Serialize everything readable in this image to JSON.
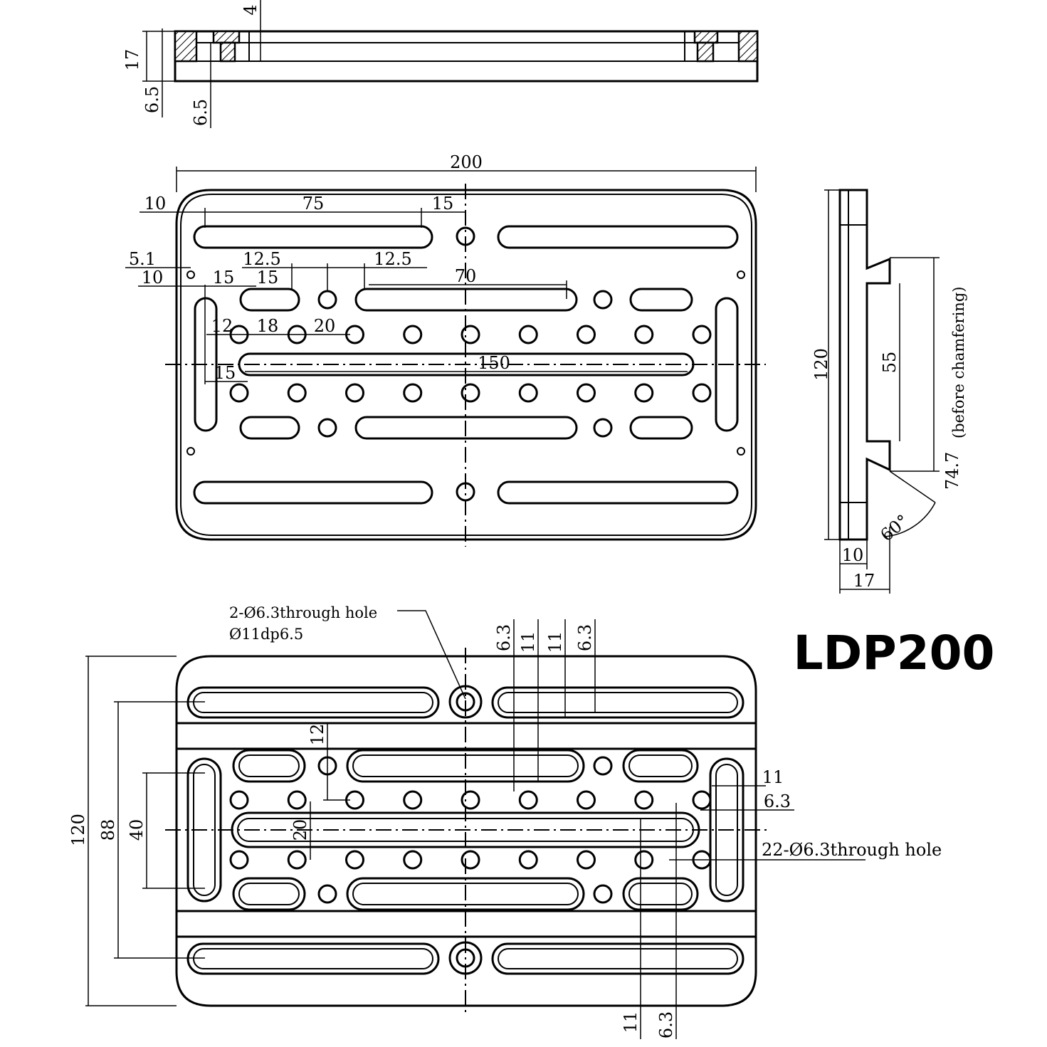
{
  "title": "LDP200",
  "side_view": {
    "dims": {
      "top_recess": "4",
      "height": "17",
      "base_left": "6.5",
      "base_right": "6.5"
    }
  },
  "top_view": {
    "dims": {
      "width": "200",
      "edge_x": "10",
      "slot_len": "75",
      "gap": "15",
      "small_hole": "5.1",
      "small_hole_offset": "10",
      "col_a": "15",
      "short_slot_pitch": "12.5",
      "short_slot_len": "15",
      "hole_pitch_b": "12.5",
      "mid_slot_len": "70",
      "row_a": "12",
      "row_b": "18",
      "row_c": "20",
      "long_slot": "150",
      "left_offset": "15"
    }
  },
  "end_view": {
    "dims": {
      "height": "120",
      "dovetail": "55",
      "chamfer": "74.7",
      "chamfer_note": "(before chamfering)",
      "angle": "60°",
      "inner": "10",
      "thickness": "17"
    }
  },
  "bottom_view": {
    "notes": {
      "counterbore_line1": "2-Ø6.3through hole",
      "counterbore_line2": "Ø11dp6.5",
      "through_holes": "22-Ø6.3through hole"
    },
    "dims": {
      "height": "120",
      "rail_span": "88",
      "inner_span": "40",
      "row_gap": "20",
      "row_12": "12",
      "top_a": "6.3",
      "top_b": "11",
      "top_c": "11",
      "top_d": "6.3",
      "right_a": "11",
      "right_b": "6.3",
      "bottom_a": "11",
      "bottom_b": "6.3"
    }
  }
}
